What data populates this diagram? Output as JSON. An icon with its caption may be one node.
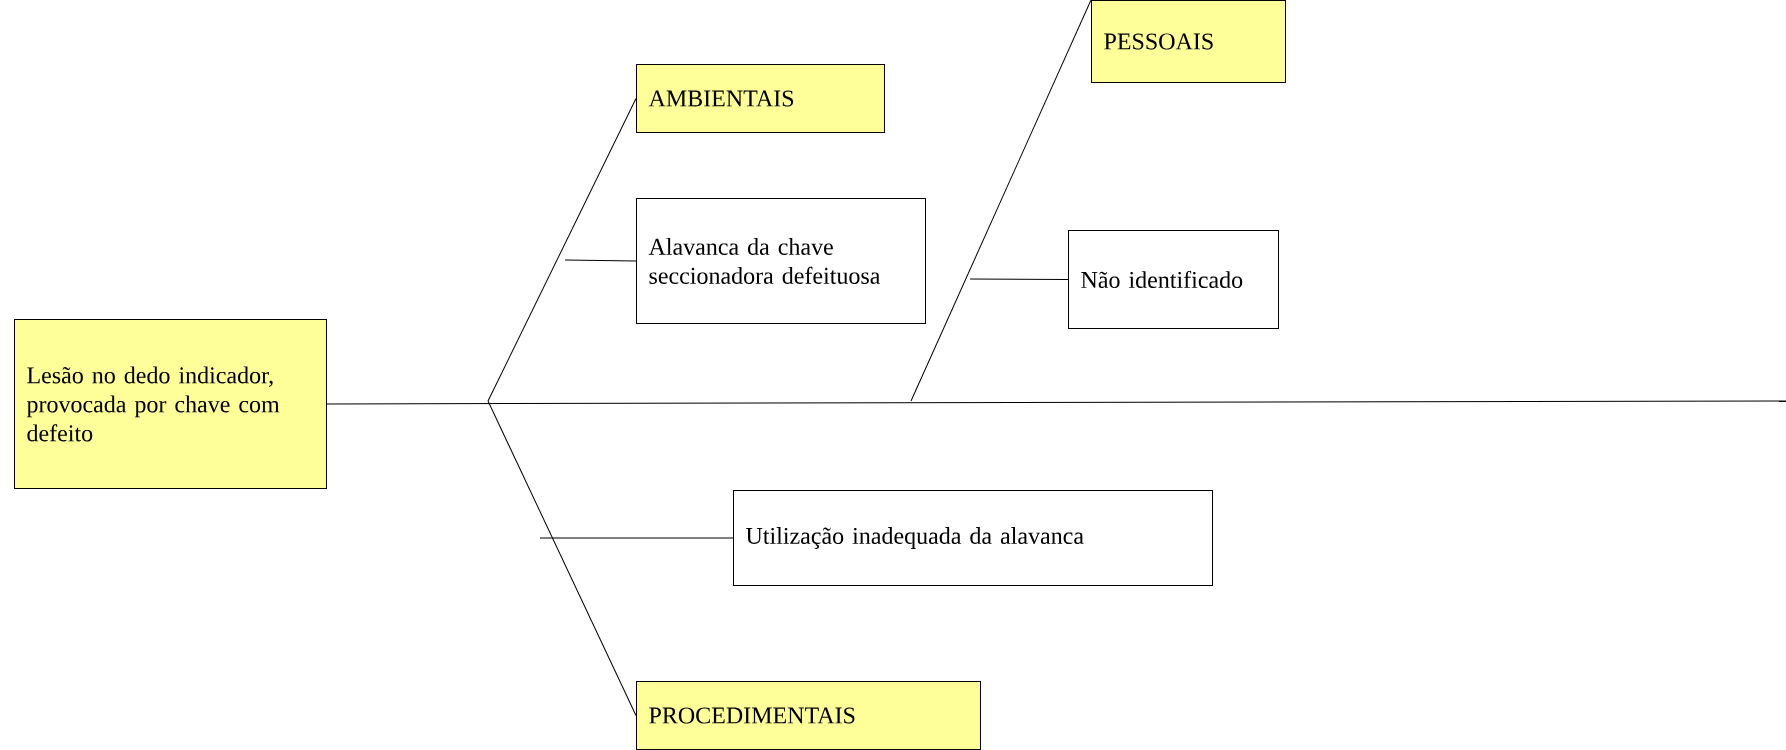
{
  "diagram": {
    "nodes": [
      {
        "text": [
          "Lesão no dedo indicador, provocada por chave com defeito"
        ]
      },
      {
        "text": [
          "AMBIENTAIS"
        ]
      },
      {
        "text": [
          "Alavanca da chave seccionadora defeituosa"
        ]
      },
      {
        "text": [
          "PESSOAIS"
        ]
      },
      {
        "text": [
          "Não identificado"
        ]
      },
      {
        "text": [
          "Utilização inadequada da alavanca"
        ]
      },
      {
        "text": [
          "PROCEDIMENTAIS"
        ]
      }
    ],
    "edges": [
      {
        "from": 0,
        "to": null,
        "arrow": "none"
      },
      {
        "from": 1,
        "to": null,
        "arrow": "none"
      },
      {
        "from": 2,
        "to": null,
        "arrow": "none"
      },
      {
        "from": 3,
        "to": null,
        "arrow": "none"
      },
      {
        "from": 4,
        "to": null,
        "arrow": "none"
      },
      {
        "from": 5,
        "to": null,
        "arrow": "none"
      },
      {
        "from": 6,
        "to": null,
        "arrow": "none"
      }
    ]
  }
}
